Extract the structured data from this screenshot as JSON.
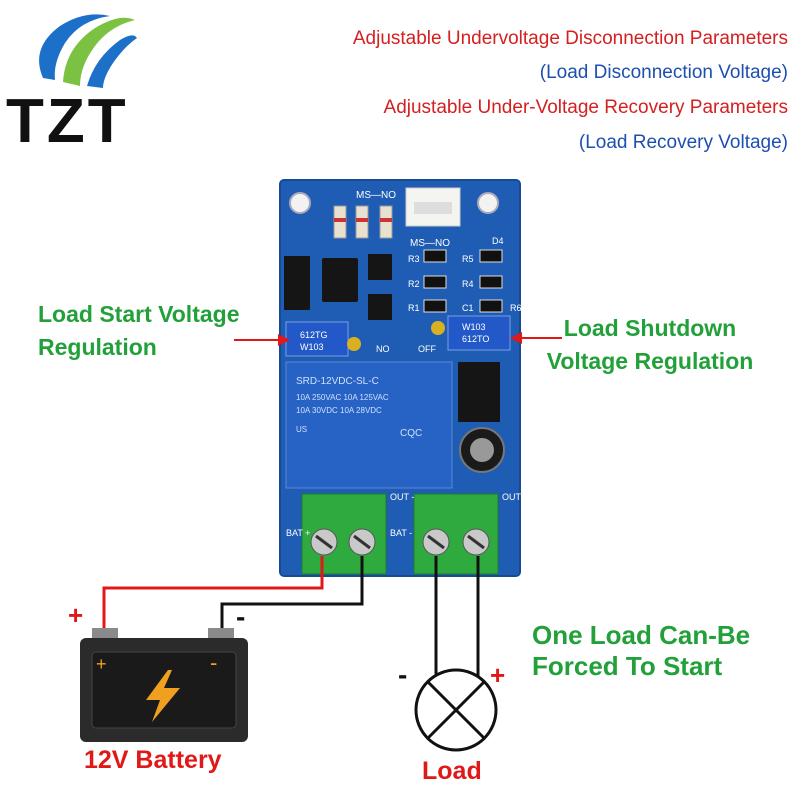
{
  "logo": {
    "text": "TZT"
  },
  "header": {
    "line1": "Adjustable Undervoltage Disconnection Parameters",
    "line2": "(Load Disconnection Voltage)",
    "line3": "Adjustable Under-Voltage Recovery Parameters",
    "line4": "(Load Recovery Voltage)"
  },
  "labels": {
    "start_line1": "Load Start Voltage",
    "start_line2": "Regulation",
    "shutdown_line1": "Load Shutdown",
    "shutdown_line2": "Voltage Regulation",
    "forced_line1": "One Load Can-Be",
    "forced_line2": "Forced To Start",
    "battery": "12V Battery",
    "load": "Load",
    "plus": "+",
    "minus": "-"
  },
  "board": {
    "ms_no_top": "MS—NO",
    "ms_no_mid": "MS—NO",
    "pot_left": "612TG",
    "pot_left_2": "W103",
    "pot_right": "W103",
    "pot_right_2": "612TO",
    "relay_model": "SRD-12VDC-SL-C",
    "relay_spec1": "10A 250VAC  10A 125VAC",
    "relay_spec2": "10A 30VDC  10A 28VDC",
    "relay_cert": "CQC",
    "relay_us": "US",
    "off": "OFF",
    "no": "NO",
    "bat_plus": "BAT +",
    "bat_minus": "BAT -",
    "out_plus": "OUT +",
    "out_minus": "OUT -",
    "components": [
      "R3",
      "R5",
      "D4",
      "R2",
      "R4",
      "R1",
      "C1",
      "R6"
    ]
  },
  "colors": {
    "header_red": "#d42020",
    "header_blue": "#1d4fb0",
    "label_green": "#22a03a",
    "label_red": "#e01818",
    "board_blue": "#1f5db5",
    "terminal_green": "#2faa3e",
    "battery_dark": "#2b2b2b",
    "battery_orange": "#f0a020"
  }
}
